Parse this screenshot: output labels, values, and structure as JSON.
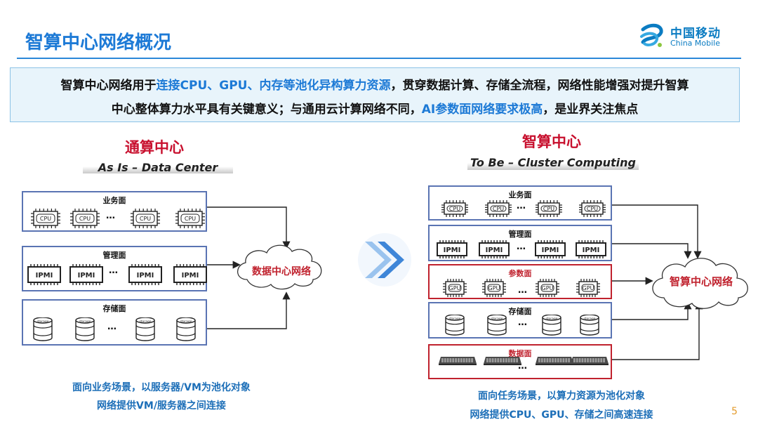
{
  "header": {
    "title": "智算中心网络概况",
    "logo_cn": "中国移动",
    "logo_en": "China Mobile"
  },
  "callout": {
    "line1": [
      {
        "text": "智算中心网络用于",
        "highlight": false
      },
      {
        "text": "连接CPU、GPU、内存等池化异构算力资源",
        "highlight": true
      },
      {
        "text": "，贯穿数据计算、存储全流程，网络性能增强对提升智算",
        "highlight": false
      }
    ],
    "line2": [
      {
        "text": "中心整体算力水平具有关键意义；与通用云计算网络不同，",
        "highlight": false
      },
      {
        "text": "AI参数面网络要求极高",
        "highlight": true
      },
      {
        "text": "，是业界关注焦点",
        "highlight": false
      }
    ]
  },
  "left": {
    "title": "通算中心",
    "subtitle": "As Is – Data Center",
    "planes": [
      {
        "label": "业务面",
        "chip": "CPU"
      },
      {
        "label": "管理面",
        "chip": "IPMI"
      },
      {
        "label": "存储面",
        "chip": "storage"
      }
    ],
    "network": "数据中心网络",
    "ellipsis": "…",
    "footer1": "面向业务场景，以服务器/VM为池化对象",
    "footer2": "网络提供VM/服务器之间连接"
  },
  "right": {
    "title": "智算中心",
    "subtitle": "To Be – Cluster Computing",
    "planes": [
      {
        "label": "业务面",
        "chip": "CPU",
        "emphasis": false
      },
      {
        "label": "管理面",
        "chip": "IPMI",
        "emphasis": false
      },
      {
        "label": "参数面",
        "chip": "GPU",
        "emphasis": true
      },
      {
        "label": "存储面",
        "chip": "storage",
        "emphasis": false
      },
      {
        "label": "数据面",
        "chip": "switch",
        "emphasis": true
      }
    ],
    "network": "智算中心网络",
    "ellipsis": "…",
    "footer1": "面向任务场景，以算力资源为池化对象",
    "footer2": "网络提供CPU、GPU、存储之间高速连接"
  },
  "page_number": "5",
  "colors": {
    "brand_blue": "#1d7ad6",
    "emphasis_red": "#c0222e",
    "box_blue": "#5a74b3",
    "footer_blue": "#1d6fb8"
  }
}
